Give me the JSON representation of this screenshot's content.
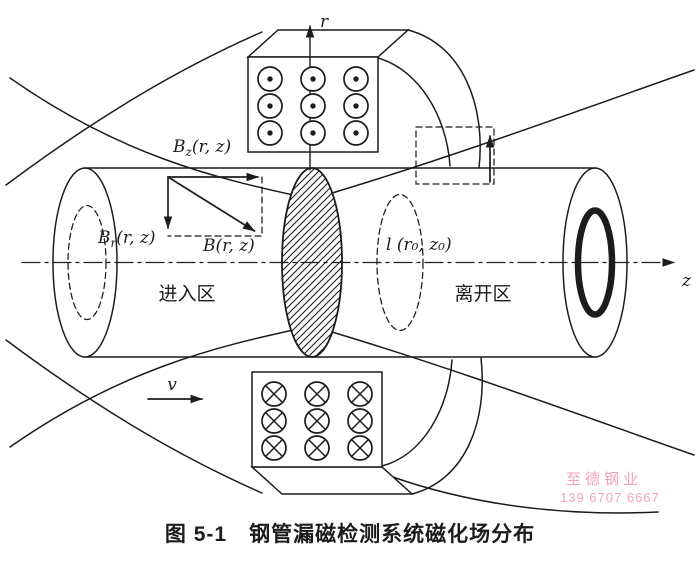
{
  "figure": {
    "caption": "图 5-1　钢管漏磁检测系统磁化场分布"
  },
  "axes": {
    "r": "r",
    "z": "z"
  },
  "vectors": {
    "bz": {
      "base": "B",
      "sub": "z",
      "args": "(r, z)"
    },
    "br": {
      "base": "B",
      "sub": "r",
      "args": "(r, z)"
    },
    "b": {
      "base": "B",
      "args": "(r, z)"
    },
    "l_point": "l (r₀, z₀)"
  },
  "zones": {
    "entry": "进入区",
    "exit": "离开区"
  },
  "velocity": {
    "label": "v"
  },
  "coils": {
    "top_turn_icon": "circled-dot (current toward viewer)",
    "bottom_turn_icon": "circled-cross (current away from viewer)"
  },
  "watermark": {
    "line1": "至德钢业",
    "line2": "139 6707 6667",
    "color": "#f2a3bb"
  },
  "colors": {
    "ink": "#1c1c1c",
    "background": "#ffffff"
  }
}
